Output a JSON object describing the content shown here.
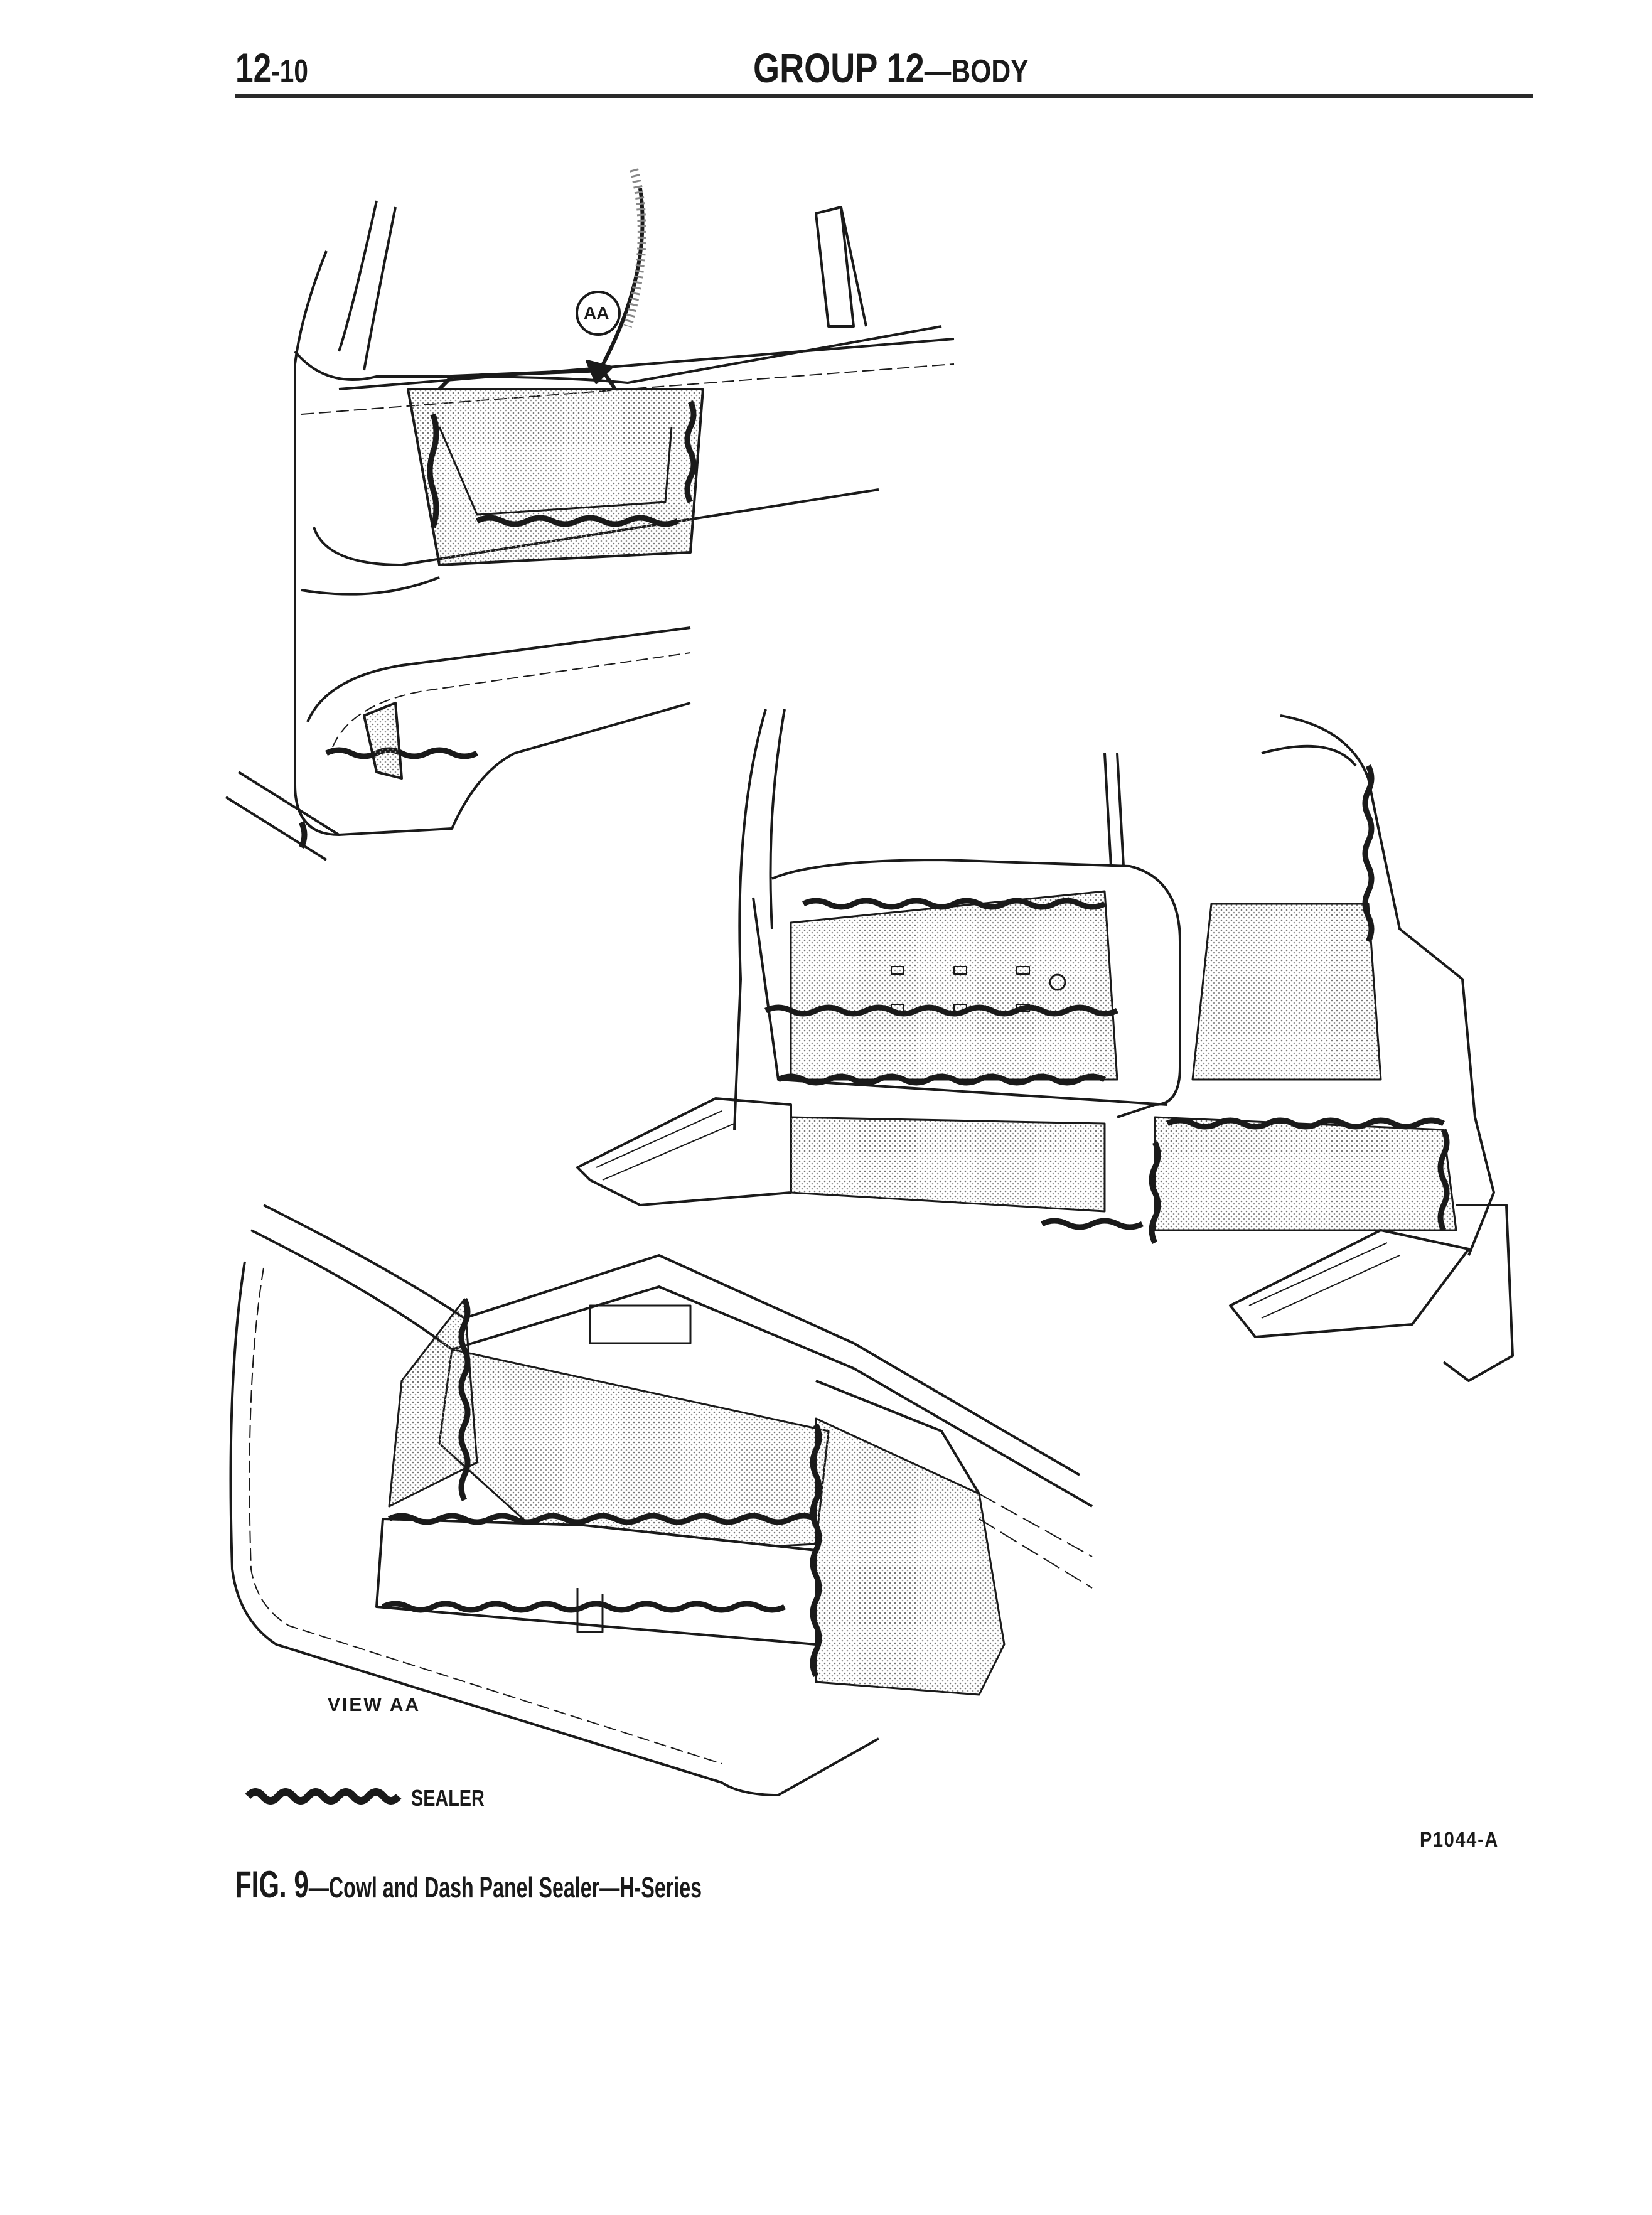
{
  "header": {
    "page_number_major": "12",
    "page_number_minor": "-10",
    "group_title_main": "GROUP 12",
    "group_title_sub": "—BODY"
  },
  "figure": {
    "callout": "AA",
    "view_label": "VIEW AA",
    "legend_label": "SEALER",
    "figure_code": "P1044-A",
    "caption_number": "FIG. 9",
    "caption_text": "—Cowl and Dash Panel Sealer—H-Series"
  }
}
